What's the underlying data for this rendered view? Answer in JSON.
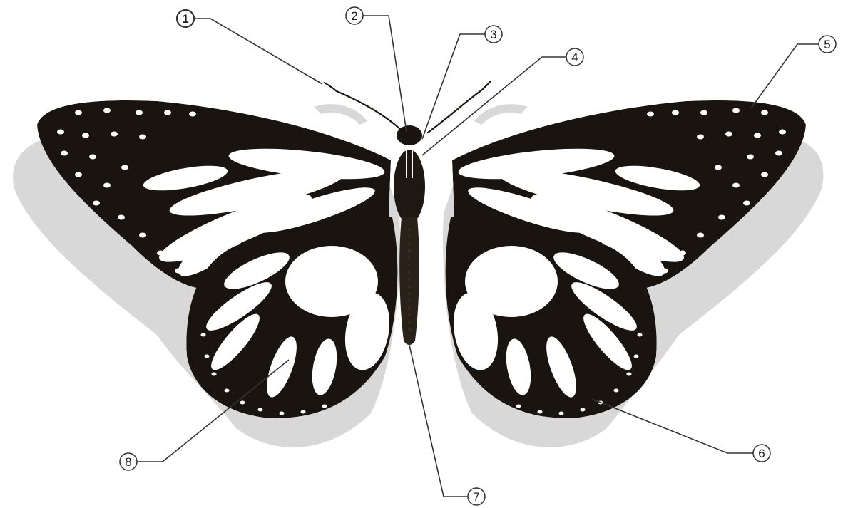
{
  "diagram": {
    "subject": "butterfly-anatomy-illustration",
    "callouts": [
      {
        "label": "1"
      },
      {
        "label": "2"
      },
      {
        "label": "3"
      },
      {
        "label": "4"
      },
      {
        "label": "5"
      },
      {
        "label": "6"
      },
      {
        "label": "7"
      },
      {
        "label": "8"
      }
    ]
  },
  "colors": {
    "ink": "#1a1410",
    "wing_white": "#ffffff",
    "shadow": "#d4d4d4",
    "leader_line": "#333333"
  }
}
